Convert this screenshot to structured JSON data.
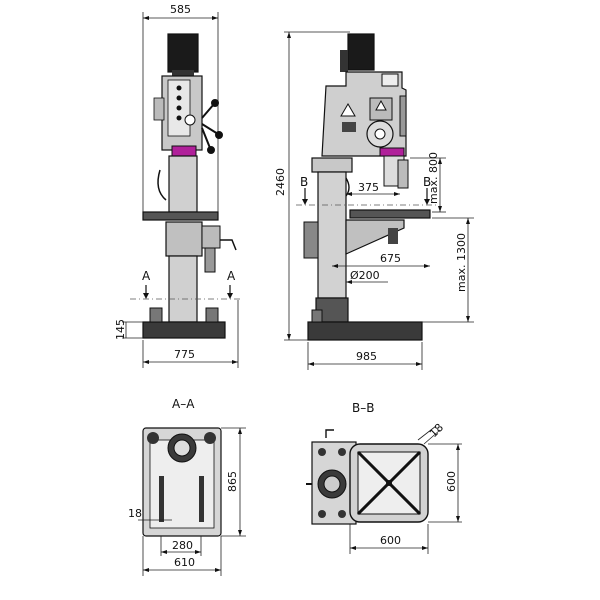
{
  "front_view": {
    "width_top": "585",
    "base_width": "775",
    "base_height": "145",
    "section_letter_left": "A",
    "section_letter_right": "A"
  },
  "side_view": {
    "total_height": "2460",
    "max_800": "max. 800",
    "dim_375": "375",
    "reach": "675",
    "column_dia": "Ø200",
    "max_1300": "max. 1300",
    "base_depth": "985",
    "section_letter_left": "B",
    "section_letter_right": "B"
  },
  "section_aa": {
    "title": "A–A",
    "height": "865",
    "slot_offset": "18",
    "slot_spacing": "280",
    "width": "610"
  },
  "section_bb": {
    "title": "B–B",
    "slot_width": "18",
    "height": "600",
    "width": "600"
  },
  "colors": {
    "accent": "#b0209a",
    "cast": "#c8c8c8",
    "dark": "#1a1a1a"
  }
}
